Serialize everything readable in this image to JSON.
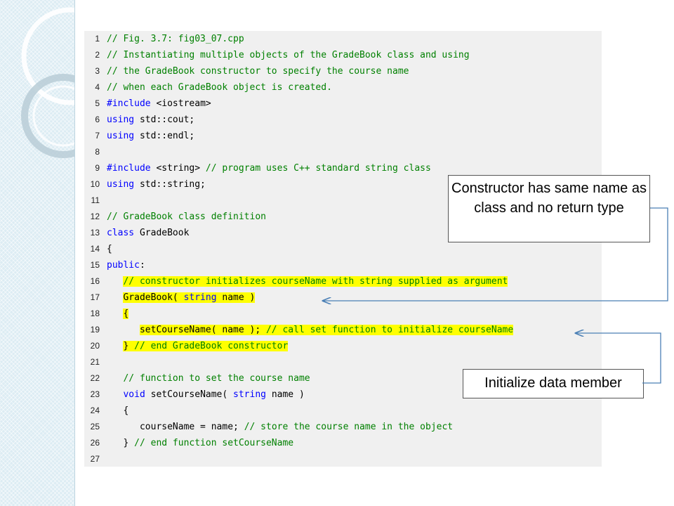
{
  "code_lines": [
    {
      "n": "1",
      "hl": false,
      "segs": [
        {
          "c": "cmt",
          "t": "// Fig. 3.7: fig03_07.cpp"
        }
      ]
    },
    {
      "n": "2",
      "hl": false,
      "segs": [
        {
          "c": "cmt",
          "t": "// Instantiating multiple objects of the GradeBook class and using"
        }
      ]
    },
    {
      "n": "3",
      "hl": false,
      "segs": [
        {
          "c": "cmt",
          "t": "// the GradeBook constructor to specify the course name"
        }
      ]
    },
    {
      "n": "4",
      "hl": false,
      "segs": [
        {
          "c": "cmt",
          "t": "// when each GradeBook object is created."
        }
      ]
    },
    {
      "n": "5",
      "hl": false,
      "segs": [
        {
          "c": "kw",
          "t": "#include"
        },
        {
          "c": "tx",
          "t": " <iostream>"
        }
      ]
    },
    {
      "n": "6",
      "hl": false,
      "segs": [
        {
          "c": "kw",
          "t": "using"
        },
        {
          "c": "tx",
          "t": " std::cout;"
        }
      ]
    },
    {
      "n": "7",
      "hl": false,
      "segs": [
        {
          "c": "kw",
          "t": "using"
        },
        {
          "c": "tx",
          "t": " std::endl;"
        }
      ]
    },
    {
      "n": "8",
      "hl": false,
      "segs": []
    },
    {
      "n": "9",
      "hl": false,
      "segs": [
        {
          "c": "kw",
          "t": "#include"
        },
        {
          "c": "tx",
          "t": " <string> "
        },
        {
          "c": "cmt",
          "t": "// program uses C++ standard string class"
        }
      ]
    },
    {
      "n": "10",
      "hl": false,
      "segs": [
        {
          "c": "kw",
          "t": "using"
        },
        {
          "c": "tx",
          "t": " std::string;"
        }
      ]
    },
    {
      "n": "11",
      "hl": false,
      "segs": []
    },
    {
      "n": "12",
      "hl": false,
      "segs": [
        {
          "c": "cmt",
          "t": "// GradeBook class definition"
        }
      ]
    },
    {
      "n": "13",
      "hl": false,
      "segs": [
        {
          "c": "kw",
          "t": "class"
        },
        {
          "c": "tx",
          "t": " GradeBook"
        }
      ]
    },
    {
      "n": "14",
      "hl": false,
      "segs": [
        {
          "c": "tx",
          "t": "{"
        }
      ]
    },
    {
      "n": "15",
      "hl": false,
      "segs": [
        {
          "c": "kw",
          "t": "public"
        },
        {
          "c": "tx",
          "t": ":"
        }
      ]
    },
    {
      "n": "16",
      "hl": true,
      "indent": "   ",
      "segs": [
        {
          "c": "cmt",
          "t": "// constructor initializes courseName with string supplied as argument"
        }
      ]
    },
    {
      "n": "17",
      "hl": true,
      "indent": "   ",
      "segs": [
        {
          "c": "tx",
          "t": "GradeBook( "
        },
        {
          "c": "kw",
          "t": "string"
        },
        {
          "c": "tx",
          "t": " name )"
        }
      ]
    },
    {
      "n": "18",
      "hl": true,
      "indent": "   ",
      "segs": [
        {
          "c": "tx",
          "t": "{"
        }
      ]
    },
    {
      "n": "19",
      "hl": true,
      "indent": "      ",
      "segs": [
        {
          "c": "tx",
          "t": "setCourseName( name ); "
        },
        {
          "c": "cmt",
          "t": "// call set function to initialize courseName"
        }
      ]
    },
    {
      "n": "20",
      "hl": true,
      "indent": "   ",
      "segs": [
        {
          "c": "tx",
          "t": "} "
        },
        {
          "c": "cmt",
          "t": "// end GradeBook constructor"
        }
      ]
    },
    {
      "n": "21",
      "hl": false,
      "segs": []
    },
    {
      "n": "22",
      "hl": false,
      "indent": "   ",
      "segs": [
        {
          "c": "cmt",
          "t": "// function to set the course name"
        }
      ]
    },
    {
      "n": "23",
      "hl": false,
      "indent": "   ",
      "segs": [
        {
          "c": "kw",
          "t": "void"
        },
        {
          "c": "tx",
          "t": " setCourseName( "
        },
        {
          "c": "kw",
          "t": "string"
        },
        {
          "c": "tx",
          "t": " name )"
        }
      ]
    },
    {
      "n": "24",
      "hl": false,
      "indent": "   ",
      "segs": [
        {
          "c": "tx",
          "t": "{"
        }
      ]
    },
    {
      "n": "25",
      "hl": false,
      "indent": "      ",
      "segs": [
        {
          "c": "tx",
          "t": "courseName = name; "
        },
        {
          "c": "cmt",
          "t": "// store the course name in the object"
        }
      ]
    },
    {
      "n": "26",
      "hl": false,
      "indent": "   ",
      "segs": [
        {
          "c": "tx",
          "t": "} "
        },
        {
          "c": "cmt",
          "t": "// end function setCourseName"
        }
      ]
    },
    {
      "n": "27",
      "hl": false,
      "segs": []
    }
  ],
  "callouts": {
    "constructor": "Constructor has same name as class and no return type",
    "initialize": "Initialize data member"
  },
  "colors": {
    "comment": "#008000",
    "keyword": "#0000ff",
    "highlight": "#ffff00",
    "arrow": "#4a7fb5"
  }
}
